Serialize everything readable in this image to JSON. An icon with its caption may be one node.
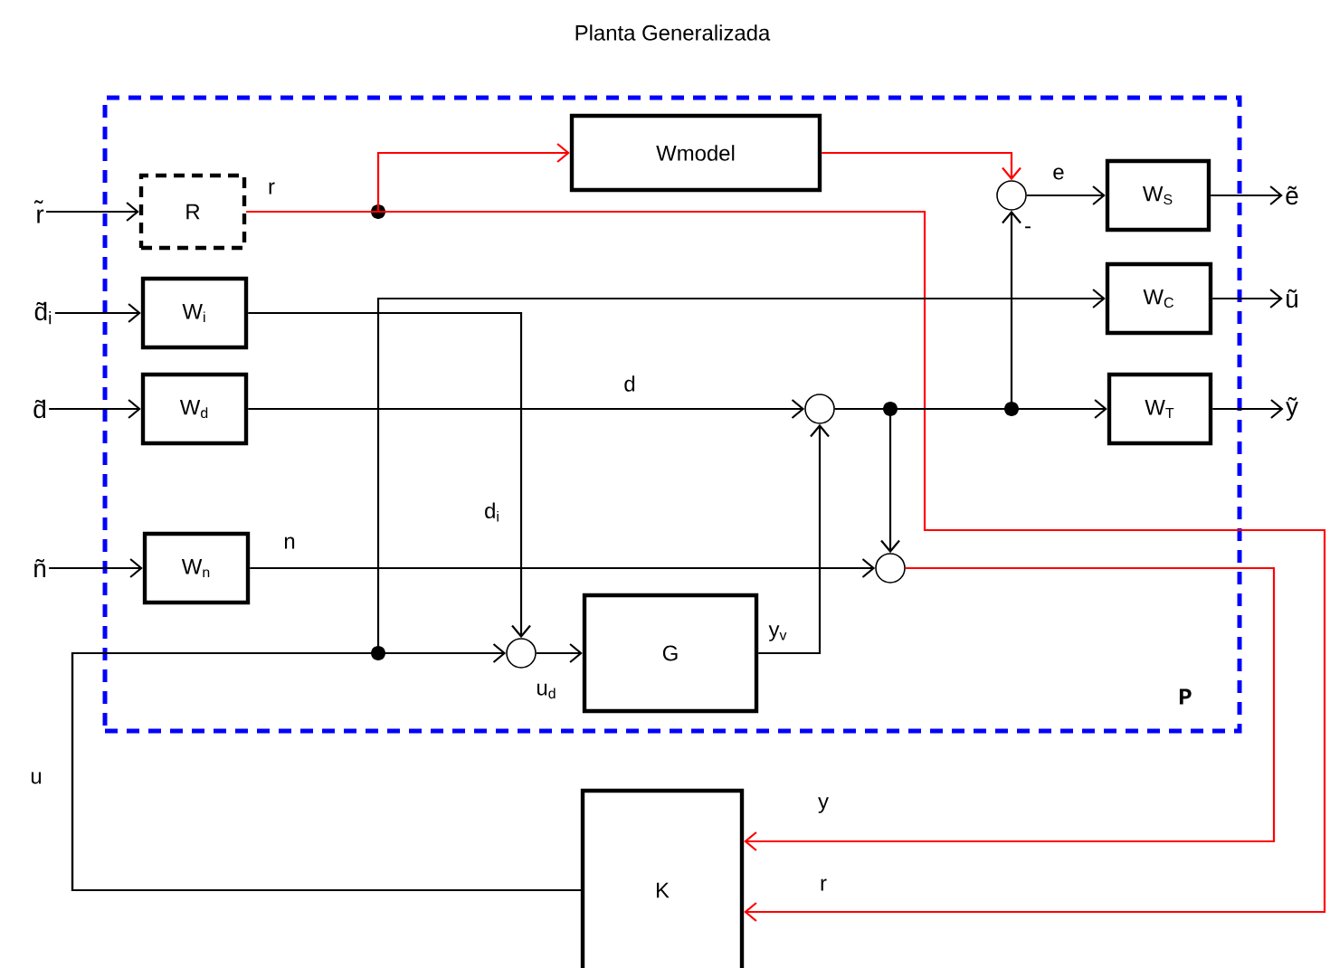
{
  "diagram": {
    "nodes": [
      {
        "text": [
          "Planta Generalizada",
          "P"
        ]
      },
      {
        "text": [
          "r̃"
        ]
      },
      {
        "text": [
          "d̃$_{i}$"
        ]
      },
      {
        "text": [
          "d̃"
        ]
      },
      {
        "text": [
          "ñ"
        ]
      },
      {
        "text": [
          "R"
        ],
        "in": 0
      },
      {
        "text": [
          "W$_{i}$"
        ],
        "in": 0
      },
      {
        "text": [
          "W$_{d}$"
        ],
        "in": 0
      },
      {
        "text": [
          "W$_{n}$"
        ],
        "in": 0
      },
      {
        "text": [
          "Wmodel"
        ],
        "in": 0
      },
      {
        "text": [],
        "shape": "circle",
        "in": 0
      },
      {
        "text": [
          "W$_{S}$"
        ],
        "in": 0
      },
      {
        "text": [
          "W$_{C}$"
        ],
        "in": 0
      },
      {
        "text": [
          "W$_{T}$"
        ],
        "in": 0
      },
      {
        "text": [],
        "shape": "circle",
        "in": 0
      },
      {
        "text": [],
        "shape": "circle",
        "in": 0
      },
      {
        "text": [],
        "shape": "circle",
        "in": 0
      },
      {
        "text": [
          "G"
        ],
        "in": 0
      },
      {
        "text": [
          "ẽ"
        ]
      },
      {
        "text": [
          "ũ"
        ]
      },
      {
        "text": [
          "ỹ"
        ]
      },
      {
        "text": [
          "K"
        ]
      }
    ],
    "edges": [
      {
        "from": 1,
        "to": 5,
        "arrow": "to"
      },
      {
        "from": 2,
        "to": 6,
        "arrow": "to"
      },
      {
        "from": 3,
        "to": 7,
        "arrow": "to"
      },
      {
        "from": 4,
        "to": 8,
        "arrow": "to"
      },
      {
        "from": 5,
        "to": 9,
        "arrow": "to",
        "label": "r",
        "color": "#ff0000"
      },
      {
        "from": 5,
        "to": 21,
        "arrow": "to",
        "label": "r",
        "color": "#ff0000"
      },
      {
        "from": 9,
        "to": 10,
        "arrow": "to",
        "color": "#ff0000"
      },
      {
        "from": 10,
        "to": 11,
        "arrow": "to",
        "label": "e"
      },
      {
        "from": 11,
        "to": 18,
        "arrow": "to"
      },
      {
        "from": 6,
        "to": 16,
        "arrow": "to",
        "label": "d$_{i}$"
      },
      {
        "from": 7,
        "to": 14,
        "arrow": "to",
        "label": "d"
      },
      {
        "from": 8,
        "to": 15,
        "arrow": "to",
        "label": "n"
      },
      {
        "from": 14,
        "to": 13,
        "arrow": "to"
      },
      {
        "from": 14,
        "to": 15,
        "arrow": "to"
      },
      {
        "from": 14,
        "to": 10,
        "arrow": "to",
        "label": "-"
      },
      {
        "from": 12,
        "to": 19,
        "arrow": "to"
      },
      {
        "from": 13,
        "to": 20,
        "arrow": "to"
      },
      {
        "from": 16,
        "to": 17,
        "arrow": "to",
        "label": "u$_{d}$"
      },
      {
        "from": 17,
        "to": 14,
        "arrow": "to",
        "label": "y$_{v}$"
      },
      {
        "from": 15,
        "to": 21,
        "arrow": "to",
        "label": "y",
        "color": "#ff0000"
      },
      {
        "from": 21,
        "to": 16,
        "arrow": "to",
        "label": "u"
      },
      {
        "from": 21,
        "to": 12,
        "arrow": "to"
      }
    ]
  }
}
